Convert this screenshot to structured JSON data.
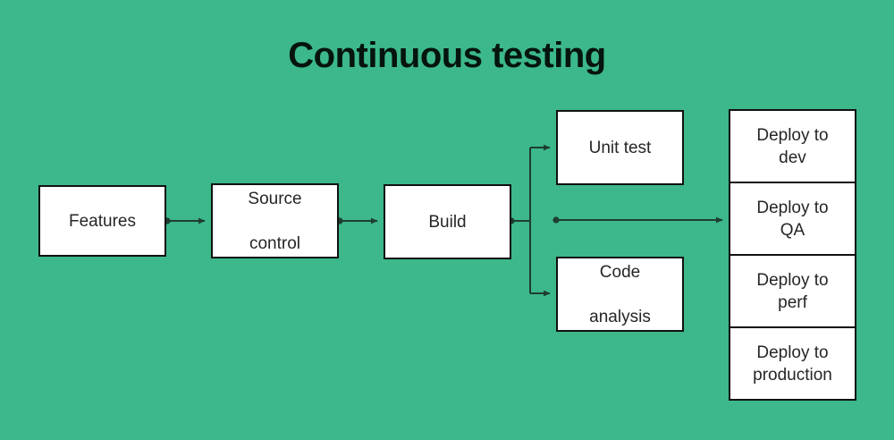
{
  "diagram": {
    "title": "Continuous testing",
    "background_color": "#3cb88a",
    "node_fill": "#ffffff",
    "node_border_color": "#111111",
    "connector_color": "#1f3d32",
    "text_color": "#262626",
    "title_color": "#05140e",
    "nodes": [
      {
        "id": "features",
        "label": "Features"
      },
      {
        "id": "source-control",
        "label": "Source\ncontrol",
        "line1": "Source",
        "line2": "control"
      },
      {
        "id": "build",
        "label": "Build"
      },
      {
        "id": "unit-test",
        "label": "Unit test"
      },
      {
        "id": "code-analysis",
        "label": "Code\nanalysis",
        "line1": "Code",
        "line2": "analysis"
      }
    ],
    "deploy_stack": [
      {
        "id": "deploy-dev",
        "line1": "Deploy to",
        "line2": "dev"
      },
      {
        "id": "deploy-qa",
        "line1": "Deploy to",
        "line2": "QA"
      },
      {
        "id": "deploy-perf",
        "line1": "Deploy to",
        "line2": "perf"
      },
      {
        "id": "deploy-production",
        "line1": "Deploy to",
        "line2": "production"
      }
    ],
    "connectors": [
      {
        "id": "features-to-source-control",
        "from": "features",
        "to": "source-control"
      },
      {
        "id": "source-control-to-build",
        "from": "source-control",
        "to": "build"
      },
      {
        "id": "build-to-unit-test",
        "from": "build",
        "to": "unit-test"
      },
      {
        "id": "build-to-code-analysis",
        "from": "build",
        "to": "code-analysis"
      },
      {
        "id": "build-to-deploy-qa",
        "from": "build",
        "to": "deploy-qa"
      }
    ]
  }
}
